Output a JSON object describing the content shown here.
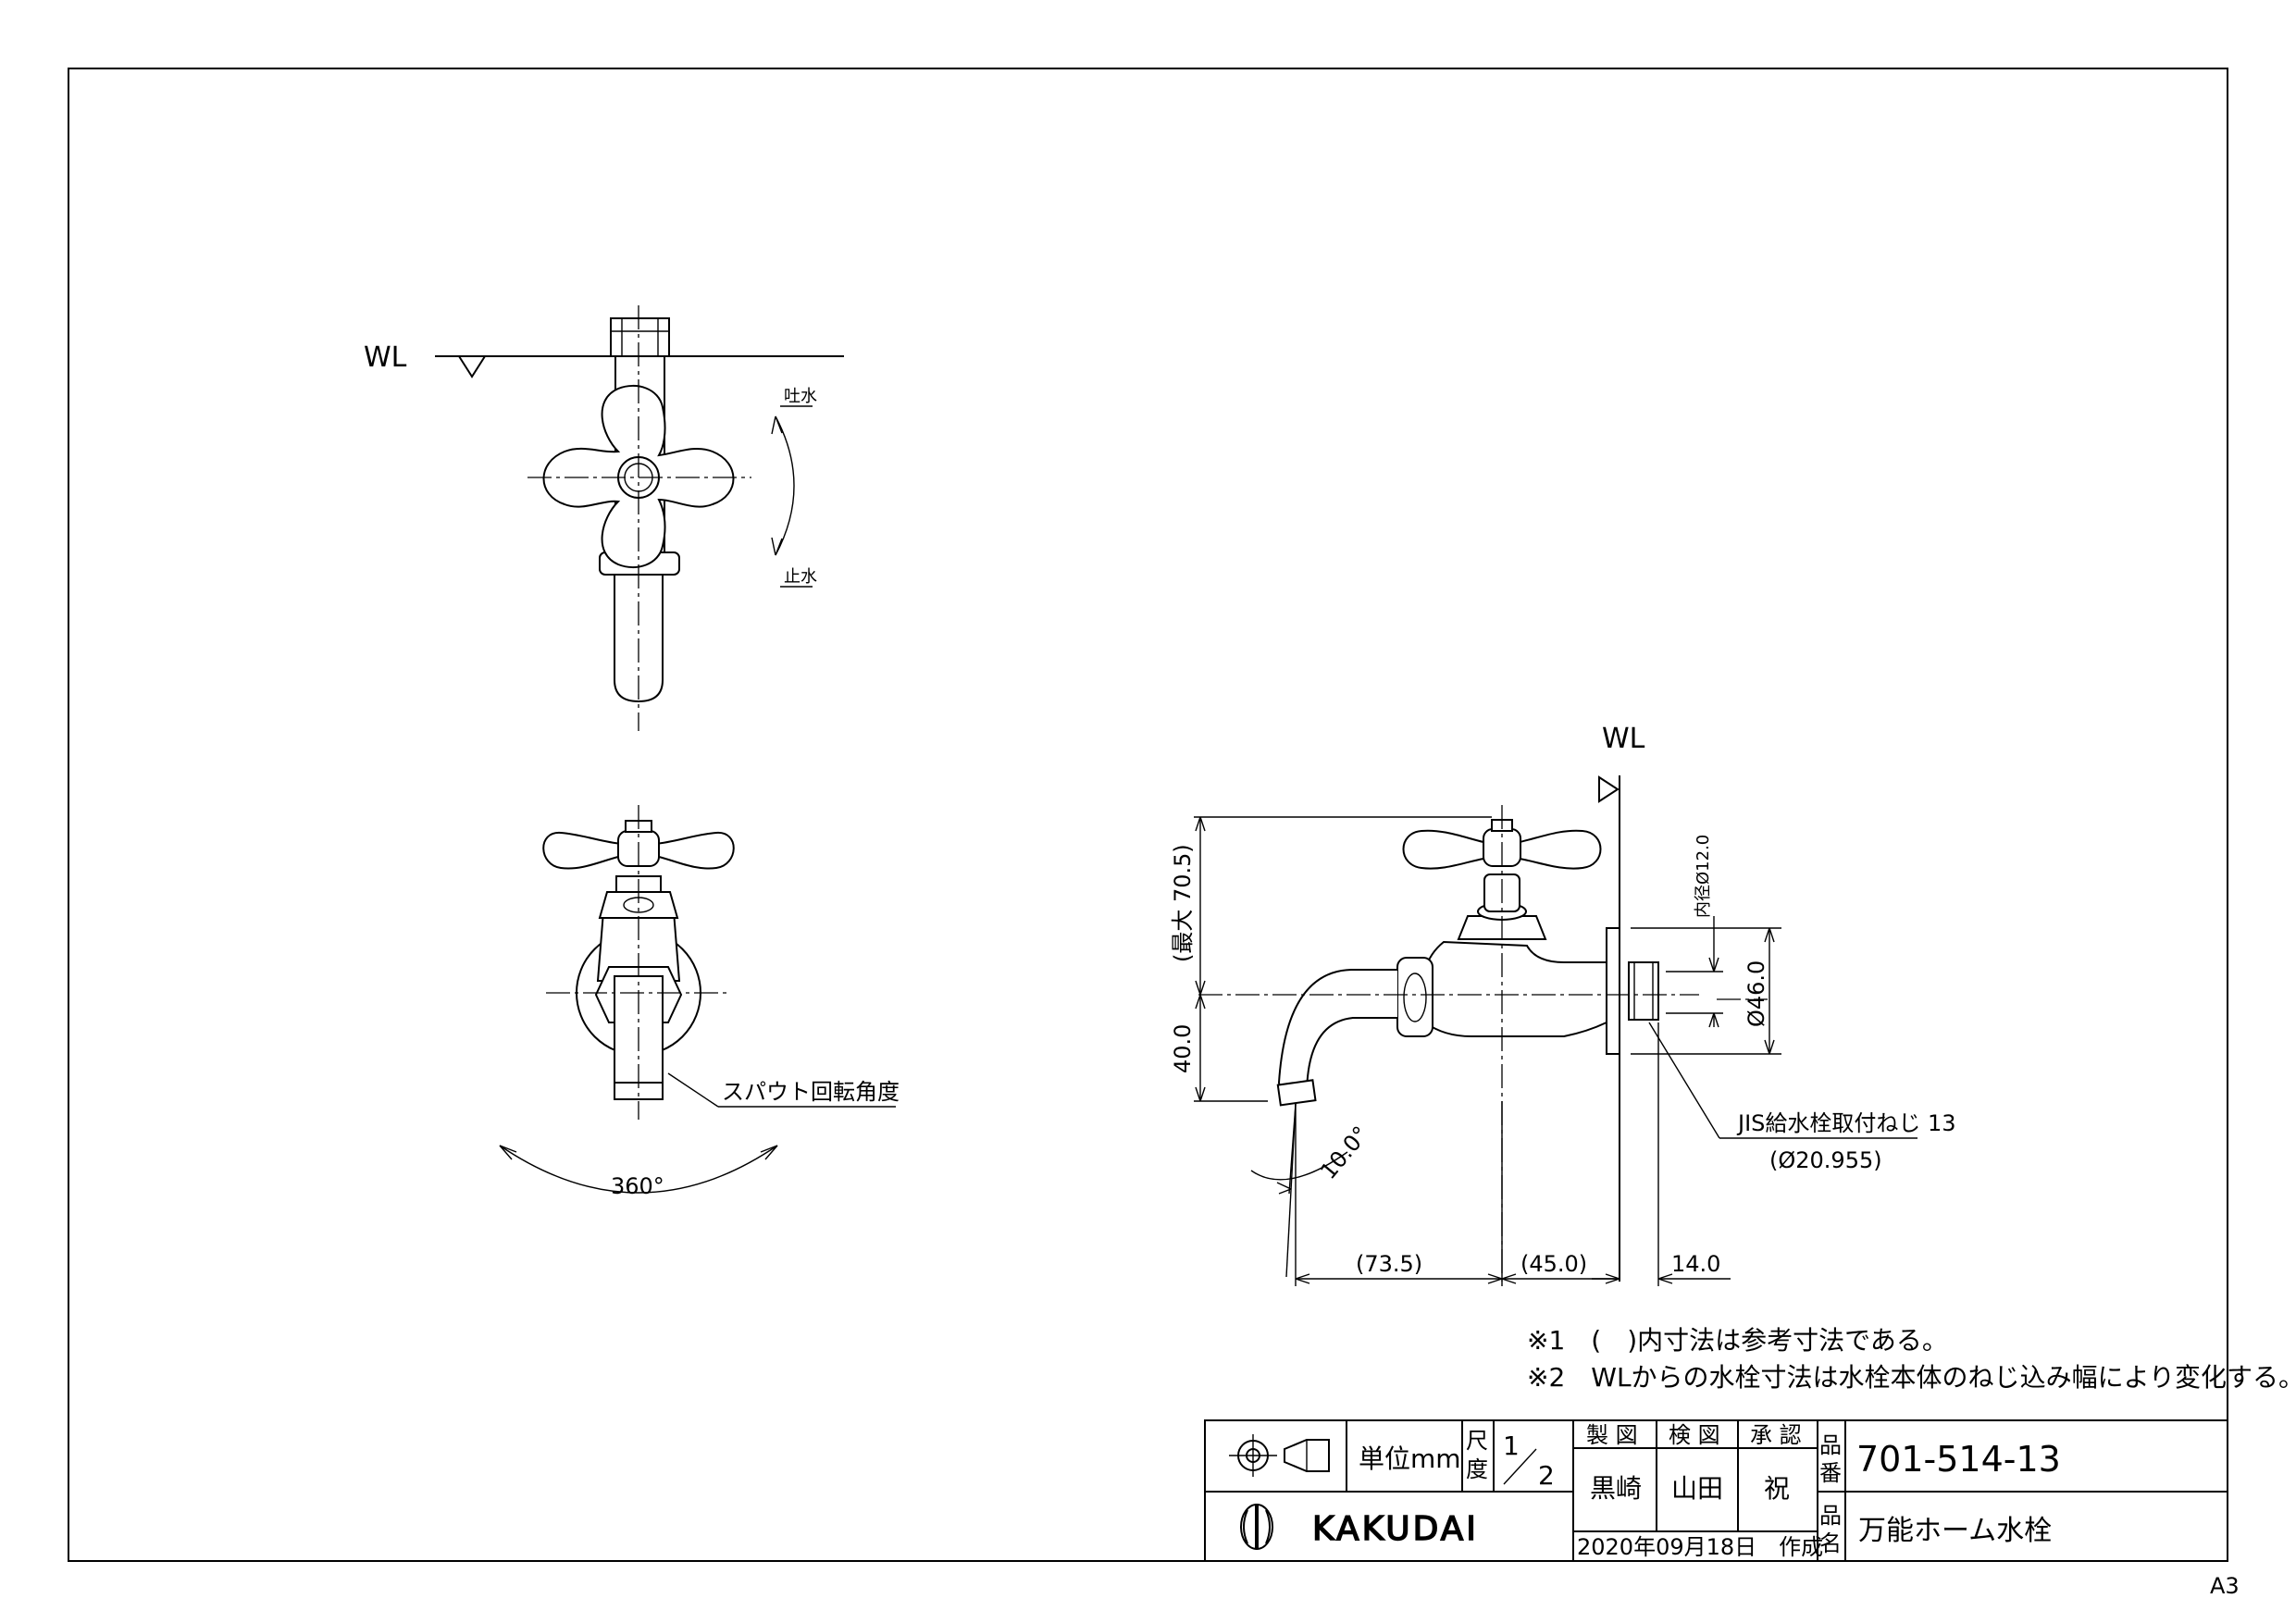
{
  "wl_top": "WL",
  "wl_side": "WL",
  "top_view": {
    "discharge_label": "吐水",
    "stop_label": "止水"
  },
  "front_view": {
    "spout_rotation_label": "スパウト回転角度",
    "rotation_angle": "360°"
  },
  "side_view": {
    "dim_max_height": "(最大 70.5)",
    "dim_height_40": "40.0",
    "dim_inner_dia": "内径Ø12.0",
    "dim_dia_46": "Ø46.0",
    "dim_angle": "10.0°",
    "dim_73_5": "(73.5)",
    "dim_45_0": "(45.0)",
    "dim_14_0": "14.0",
    "thread_spec": "JIS給水栓取付ねじ 13",
    "thread_dia": "(Ø20.955)"
  },
  "notes": [
    "※1　(　)内寸法は参考寸法である。",
    "※2　WLからの水栓寸法は水栓本体のねじ込み幅により変化する。"
  ],
  "title_block": {
    "unit": "単位mm",
    "scale_label_1": "尺",
    "scale_label_2": "度",
    "scale_num": "1",
    "scale_den": "2",
    "drawn_h": "製 図",
    "checked_h": "検 図",
    "approved_h": "承 認",
    "drawn_by": "黒崎",
    "checked_by": "山田",
    "approved_by": "祝",
    "part_no_label_1": "品",
    "part_no_label_2": "番",
    "part_no": "701-514-13",
    "name_label_1": "品",
    "name_label_2": "名",
    "product_name": "万能ホーム水栓",
    "company": "KAKUDAI",
    "date": "2020年09月18日　作成"
  },
  "paper_size": "A3"
}
